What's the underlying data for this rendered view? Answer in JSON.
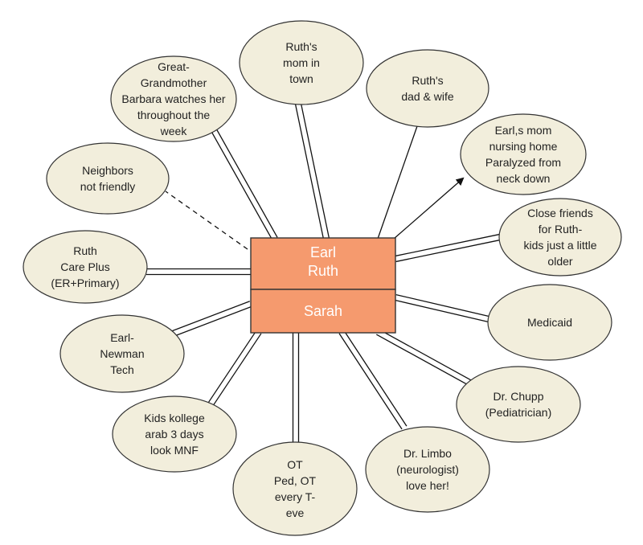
{
  "colors": {
    "node_fill": "#f2eedc",
    "node_stroke": "#333333",
    "center_fill": "#f59a6e",
    "center_text": "#ffffff",
    "line": "#111111"
  },
  "center": {
    "top_lines": [
      "Earl",
      "Ruth"
    ],
    "bottom_lines": [
      "Sarah"
    ]
  },
  "nodes": [
    {
      "id": "ruths-mom",
      "lines": [
        "Ruth's",
        "mom in",
        "town"
      ]
    },
    {
      "id": "ruths-dad",
      "lines": [
        "Ruth's",
        "dad & wife"
      ]
    },
    {
      "id": "great-grandmother",
      "lines": [
        "Great-",
        "Grandmother",
        "Barbara watches her",
        "throughout the",
        "week"
      ]
    },
    {
      "id": "earls-mom",
      "lines": [
        "Earl,s mom",
        "nursing home",
        "Paralyzed from",
        "neck down"
      ]
    },
    {
      "id": "neighbors",
      "lines": [
        "Neighbors",
        "not friendly"
      ]
    },
    {
      "id": "close-friends",
      "lines": [
        "Close friends",
        "for Ruth-",
        "kids just a little",
        "older"
      ]
    },
    {
      "id": "ruth-care-plus",
      "lines": [
        "Ruth",
        "Care Plus",
        "(ER+Primary)"
      ]
    },
    {
      "id": "medicaid",
      "lines": [
        "Medicaid"
      ]
    },
    {
      "id": "earl-newman",
      "lines": [
        "Earl-",
        "Newman",
        "Tech"
      ]
    },
    {
      "id": "dr-chupp",
      "lines": [
        "Dr. Chupp",
        "(Pediatrician)"
      ]
    },
    {
      "id": "kids-kollege",
      "lines": [
        "Kids kollege",
        "arab 3 days",
        "look MNF"
      ]
    },
    {
      "id": "dr-limbo",
      "lines": [
        "Dr. Limbo",
        "(neurologist)",
        "love her!"
      ]
    },
    {
      "id": "ot-ped",
      "lines": [
        "OT",
        "Ped, OT",
        "every T-",
        "eve"
      ]
    }
  ]
}
